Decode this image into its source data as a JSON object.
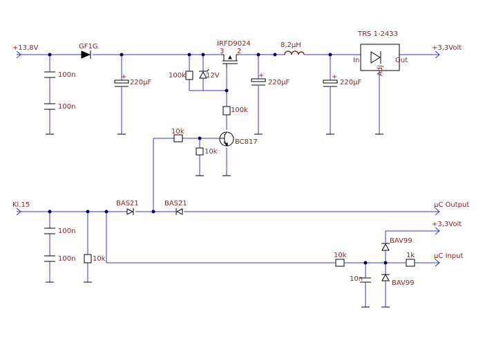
{
  "rails": {
    "vin": "+13,8V",
    "v33_top": "+3,3Volt",
    "kl15": "Kl.15",
    "uc_output": "µC Output",
    "v33_bottom": "+3,3Volt",
    "uc_input": "µC Input"
  },
  "parts": {
    "diode_in": "GF1G",
    "c_in1": "100n",
    "c_in2": "100n",
    "c_bulk1": "220µF",
    "r_gate": "100k",
    "zener": "12V",
    "mosfet": "IRFD9024",
    "mosfet_pin3": "3",
    "mosfet_pin2": "2",
    "inductor": "8,2µH",
    "c_bulk2": "220µF",
    "c_bulk3": "220µF",
    "regulator": "TRS 1-2433",
    "reg_in": "In",
    "reg_out": "Out",
    "reg_adj": "Adj",
    "r_collector": "100k",
    "r_base": "10k",
    "r_base_pd": "10k",
    "transistor": "BC817",
    "diode_bas21_a": "BAS21",
    "diode_bas21_b": "BAS21",
    "c_kl1": "100n",
    "c_kl2": "100n",
    "r_kl": "10k",
    "r_in": "10k",
    "c_filter": "10n",
    "r_series": "1k",
    "bav99_top": "BAV99",
    "bav99_bottom": "BAV99"
  },
  "colors": {
    "wire": "#3333cc",
    "label": "#8b2323",
    "component": "#000000"
  }
}
